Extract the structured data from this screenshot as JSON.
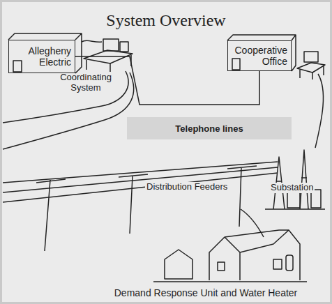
{
  "diagram": {
    "title": "System Overview",
    "nodes": [
      {
        "text": [
          "Allegheny Electric"
        ]
      },
      {
        "text": [
          "Cooperative Office"
        ]
      },
      {
        "text": [
          "Telephone lines"
        ]
      }
    ],
    "edges": [
      {
        "from": 0,
        "to": 1,
        "arrow": "none"
      }
    ],
    "labels": [
      "Coordinating System",
      "Distribution Feeders",
      "Substation",
      "Demand Response Unit and Water Heater"
    ]
  }
}
